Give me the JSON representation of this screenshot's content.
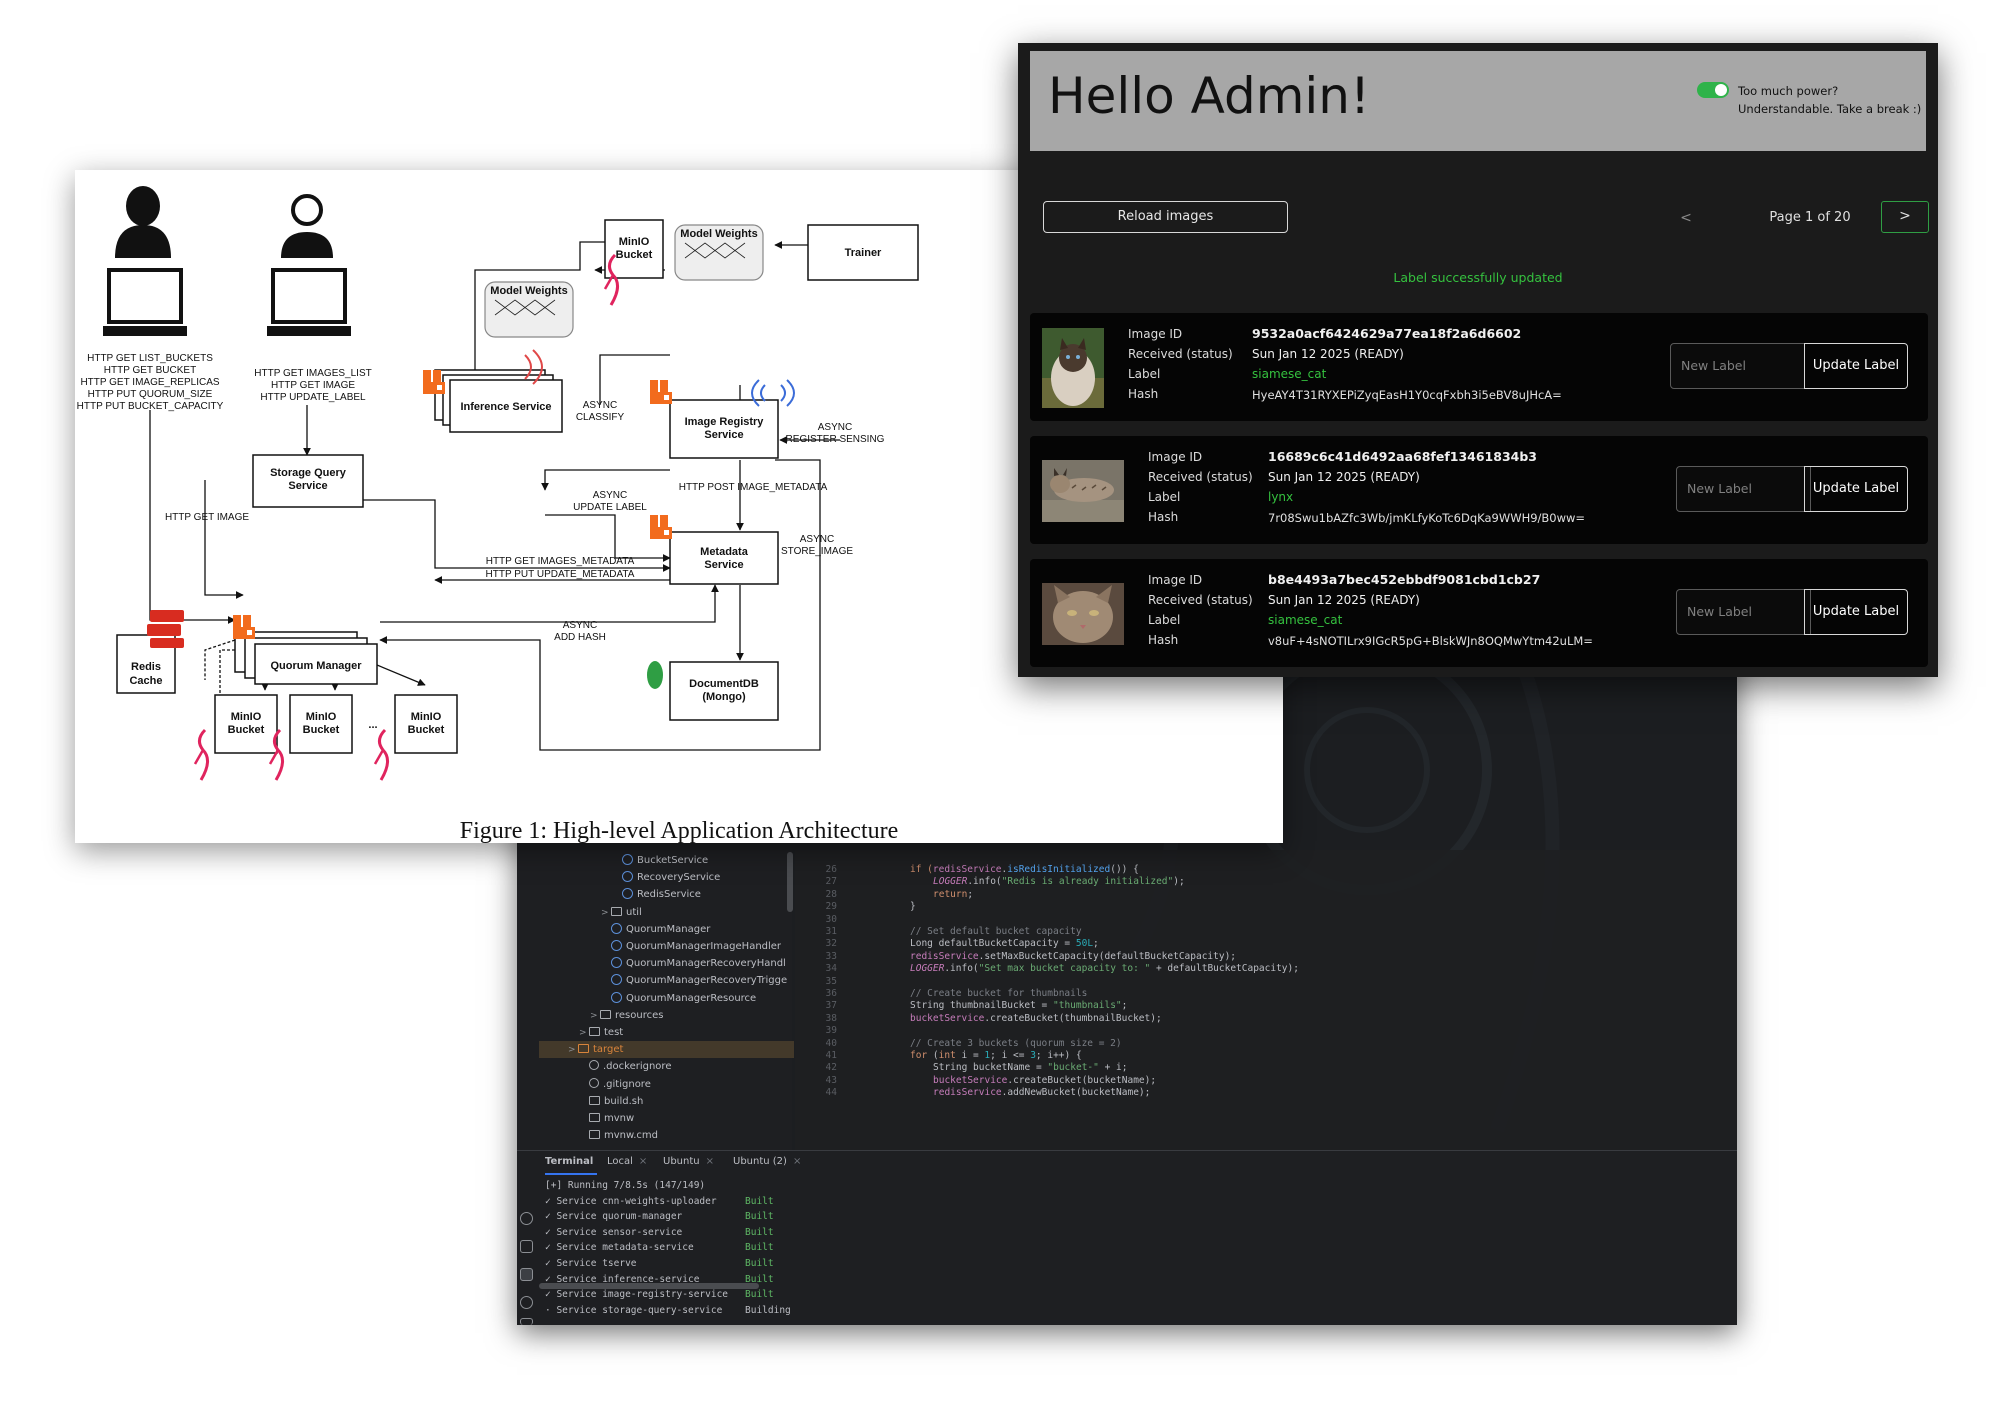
{
  "ide": {
    "tree": [
      {
        "label": "BucketService",
        "indent": 3,
        "icon": "class"
      },
      {
        "label": "RecoveryService",
        "indent": 3,
        "icon": "class"
      },
      {
        "label": "RedisService",
        "indent": 3,
        "icon": "class"
      },
      {
        "label": "util",
        "indent": 2,
        "icon": "folder",
        "chevron": ">"
      },
      {
        "label": "QuorumManager",
        "indent": 2,
        "icon": "class"
      },
      {
        "label": "QuorumManagerImageHandler",
        "indent": 2,
        "icon": "class"
      },
      {
        "label": "QuorumManagerRecoveryHandl",
        "indent": 2,
        "icon": "class"
      },
      {
        "label": "QuorumManagerRecoveryTrigge",
        "indent": 2,
        "icon": "class"
      },
      {
        "label": "QuorumManagerResource",
        "indent": 2,
        "icon": "class"
      },
      {
        "label": "resources",
        "indent": 1,
        "icon": "folder",
        "chevron": ">"
      },
      {
        "label": "test",
        "indent": 0,
        "icon": "folder",
        "chevron": ">"
      },
      {
        "label": "target",
        "indent": -1,
        "icon": "folder-orange",
        "chevron": ">",
        "selected": true
      },
      {
        "label": ".dockerignore",
        "indent": 0,
        "icon": "circle"
      },
      {
        "label": ".gitignore",
        "indent": 0,
        "icon": "circle"
      },
      {
        "label": "build.sh",
        "indent": 0,
        "icon": "file"
      },
      {
        "label": "mvnw",
        "indent": 0,
        "icon": "file"
      },
      {
        "label": "mvnw.cmd",
        "indent": 0,
        "icon": "file"
      }
    ],
    "line_numbers": [
      "26",
      "27",
      "28",
      "29",
      "30",
      "31",
      "32",
      "33",
      "34",
      "35",
      "36",
      "37",
      "38",
      "39",
      "40",
      "41",
      "42",
      "43",
      "44"
    ],
    "code": [
      {
        "indent": 0,
        "parts": [
          [
            "kw",
            "if ("
          ],
          [
            "fld",
            "redisService"
          ],
          [
            "",
            "."
          ],
          [
            "fn",
            "isRedisInitialized"
          ],
          [
            "",
            "()) {"
          ]
        ]
      },
      {
        "indent": 1,
        "parts": [
          [
            "it",
            "LOGGER"
          ],
          [
            "",
            ".info("
          ],
          [
            "str",
            "\"Redis is already initialized\""
          ],
          [
            "",
            ");"
          ]
        ]
      },
      {
        "indent": 1,
        "parts": [
          [
            "kw",
            "return"
          ],
          [
            "",
            ";"
          ]
        ]
      },
      {
        "indent": 0,
        "parts": [
          [
            "",
            "}"
          ]
        ]
      },
      {
        "indent": 0,
        "parts": [
          [
            "",
            ""
          ]
        ]
      },
      {
        "indent": 0,
        "parts": [
          [
            "cm",
            "// Set default bucket capacity"
          ]
        ]
      },
      {
        "indent": 0,
        "parts": [
          [
            "",
            "Long defaultBucketCapacity = "
          ],
          [
            "num",
            "50L"
          ],
          [
            "",
            ";"
          ]
        ]
      },
      {
        "indent": 0,
        "parts": [
          [
            "fld",
            "redisService"
          ],
          [
            "",
            ".setMaxBucketCapacity(defaultBucketCapacity);"
          ]
        ]
      },
      {
        "indent": 0,
        "parts": [
          [
            "it",
            "LOGGER"
          ],
          [
            "",
            ".info("
          ],
          [
            "str",
            "\"Set max bucket capacity to: \""
          ],
          [
            "",
            " + defaultBucketCapacity);"
          ]
        ]
      },
      {
        "indent": 0,
        "parts": [
          [
            "",
            ""
          ]
        ]
      },
      {
        "indent": 0,
        "parts": [
          [
            "cm",
            "// Create bucket for thumbnails"
          ]
        ]
      },
      {
        "indent": 0,
        "parts": [
          [
            "",
            "String thumbnailBucket = "
          ],
          [
            "str",
            "\"thumbnails\""
          ],
          [
            "",
            ";"
          ]
        ]
      },
      {
        "indent": 0,
        "parts": [
          [
            "fld",
            "bucketService"
          ],
          [
            "",
            ".createBucket(thumbnailBucket);"
          ]
        ]
      },
      {
        "indent": 0,
        "parts": [
          [
            "",
            ""
          ]
        ]
      },
      {
        "indent": 0,
        "parts": [
          [
            "cm",
            "// Create 3 buckets (quorum size = 2)"
          ]
        ]
      },
      {
        "indent": 0,
        "parts": [
          [
            "kw",
            "for "
          ],
          [
            "",
            "("
          ],
          [
            "kw",
            "int "
          ],
          [
            "",
            "i = "
          ],
          [
            "num",
            "1"
          ],
          [
            "",
            "; i <= "
          ],
          [
            "num",
            "3"
          ],
          [
            "",
            "; i++) {"
          ]
        ]
      },
      {
        "indent": 1,
        "parts": [
          [
            "",
            "String bucketName = "
          ],
          [
            "str",
            "\"bucket-\""
          ],
          [
            "",
            " + i;"
          ]
        ]
      },
      {
        "indent": 1,
        "parts": [
          [
            "fld",
            "bucketService"
          ],
          [
            "",
            ".createBucket(bucketName);"
          ]
        ]
      },
      {
        "indent": 1,
        "parts": [
          [
            "fld",
            "redisService"
          ],
          [
            "",
            ".addNewBucket(bucketName);"
          ]
        ]
      }
    ],
    "terminal": {
      "tabs": [
        {
          "label": "Terminal",
          "active": true
        },
        {
          "label": "Local",
          "closable": true
        },
        {
          "label": "Ubuntu",
          "closable": true
        },
        {
          "label": "Ubuntu (2)",
          "closable": true
        }
      ],
      "close_glyph": "×",
      "header_line": "[+] Running 7/8.5s (147/149)",
      "lines": [
        {
          "text": "✓ Service cnn-weights-uploader",
          "status": "Built"
        },
        {
          "text": "✓ Service quorum-manager",
          "status": "Built"
        },
        {
          "text": "✓ Service sensor-service",
          "status": "Built"
        },
        {
          "text": "✓ Service metadata-service",
          "status": "Built"
        },
        {
          "text": "✓ Service tserve",
          "status": "Built"
        },
        {
          "text": "✓ Service inference-service",
          "status": "Built"
        },
        {
          "text": "✓ Service image-registry-service",
          "status": "Built"
        },
        {
          "text": "· Service storage-query-service",
          "status": "Building"
        }
      ]
    }
  },
  "figure": {
    "caption": "Figure 1: High-level Application Architecture",
    "user1_requests": [
      "HTTP GET LIST_BUCKETS",
      "HTTP GET BUCKET",
      "HTTP GET IMAGE_REPLICAS",
      "HTTP PUT QUORUM_SIZE",
      "HTTP PUT BUCKET_CAPACITY"
    ],
    "user2_requests": [
      "HTTP GET IMAGES_LIST",
      "HTTP GET IMAGE",
      "HTTP UPDATE_LABEL"
    ],
    "boxes": {
      "storage_query": [
        "Storage Query",
        "Service"
      ],
      "inference": "Inference Service",
      "quorum": "Quorum Manager",
      "redis": [
        "Redis",
        "Cache"
      ],
      "image_registry": [
        "Image Registry",
        "Service"
      ],
      "metadata": [
        "Metadata",
        "Service"
      ],
      "documentdb": [
        "DocumentDB",
        "(Mongo)"
      ],
      "trainer": "Trainer",
      "minio_top": [
        "MinIO",
        "Bucket"
      ],
      "model_weights": "Model Weights",
      "minio_bucket": [
        "MinIO",
        "Bucket"
      ],
      "ellipsis": "..."
    },
    "edge_labels": {
      "async_classify": [
        "ASYNC",
        "CLASSIFY"
      ],
      "async_register": [
        "ASYNC",
        "REGISTER SENSING"
      ],
      "http_post_metadata": "HTTP POST IMAGE_METADATA",
      "async_update_label": [
        "ASYNC",
        "UPDATE LABEL"
      ],
      "async_store_image": [
        "ASYNC",
        "STORE_IMAGE"
      ],
      "http_get_image": "HTTP GET IMAGE",
      "http_get_images_metadata": "HTTP GET IMAGES_METADATA",
      "http_put_update_metadata": "HTTP PUT UPDATE_METADATA",
      "async_add_hash": [
        "ASYNC",
        "ADD HASH"
      ]
    }
  },
  "admin": {
    "title": "Hello Admin!",
    "toggle_line1": "Too much power?",
    "toggle_line2": "Understandable. Take a break :)",
    "reload_label": "Reload images",
    "prev_label": "<",
    "page_label": "Page 1 of 20",
    "next_label": ">",
    "status_message": "Label successfully updated",
    "field_labels": {
      "id": "Image ID",
      "received": "Received (status)",
      "label": "Label",
      "hash": "Hash"
    },
    "input_placeholder": "New Label",
    "update_button": "Update Label",
    "images": [
      {
        "id": "9532a0acf6424629a77ea18f2a6d6602",
        "received": "Sun Jan 12 2025 (READY)",
        "label": "siamese_cat",
        "hash": "HyeAY4T31RYXEPiZyqEasH1Y0cqFxbh3i5eBV8uJHcA="
      },
      {
        "id": "16689c6c41d6492aa68fef13461834b3",
        "received": "Sun Jan 12 2025 (READY)",
        "label": "lynx",
        "hash": "7r08Swu1bAZfc3Wb/jmKLfyKoTc6DqKa9WWH9/B0ww="
      },
      {
        "id": "b8e4493a7bec452ebbdf9081cbd1cb27",
        "received": "Sun Jan 12 2025 (READY)",
        "label": "siamese_cat",
        "hash": "v8uF+4sNOTILrx9IGcR5pG+BlskWJn8OQMwYtm42uLM="
      }
    ]
  }
}
